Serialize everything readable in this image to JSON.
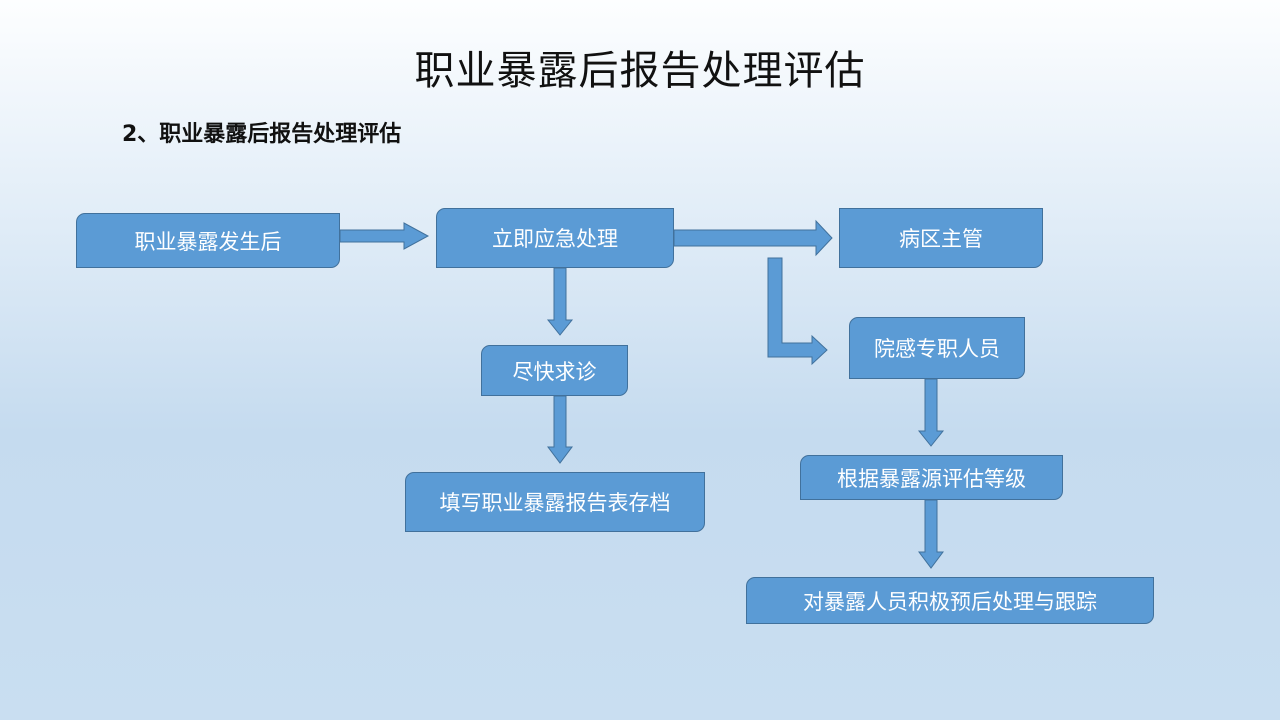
{
  "slide": {
    "title": "职业暴露后报告处理评估",
    "subtitle": "2、职业暴露后报告处理评估"
  },
  "flow": {
    "nodes": {
      "exposure": "职业暴露发生后",
      "emergency": "立即应急处理",
      "ward_supervisor": "病区主管",
      "infection_staff": "院感专职人员",
      "seek_care": "尽快求诊",
      "report_form": "填写职业暴露报告表存档",
      "assess_level": "根据暴露源评估等级",
      "follow_up": "对暴露人员积极预后处理与跟踪"
    }
  },
  "colors": {
    "box_fill": "#5b9bd5",
    "box_border": "#41719c",
    "box_text": "#ffffff"
  }
}
